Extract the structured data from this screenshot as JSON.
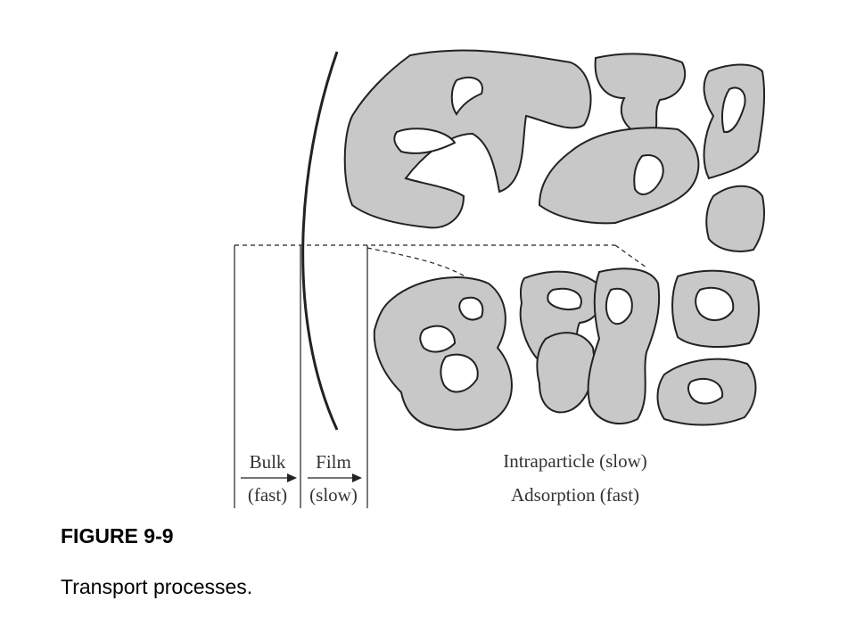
{
  "figure": {
    "title": "FIGURE 9-9",
    "caption": "Transport processes."
  },
  "zones": {
    "bulk": {
      "name": "Bulk",
      "rate": "(fast)"
    },
    "film": {
      "name": "Film",
      "rate": "(slow)"
    },
    "intraparticle": {
      "line1": "Intraparticle (slow)",
      "line2": "Adsorption (fast)"
    }
  },
  "colors": {
    "particle_fill": "#c8c8c8",
    "particle_stroke": "#222222",
    "line": "#222222"
  }
}
